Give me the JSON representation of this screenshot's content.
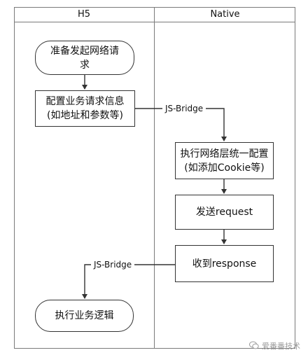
{
  "lanes": {
    "h5": {
      "title": "H5"
    },
    "native": {
      "title": "Native"
    }
  },
  "nodes": {
    "start": "准备发起网络请\n求",
    "config_request": "配置业务请求信息\n(如地址和参数等)",
    "network_config": "执行网络层统一配置\n(如添加Cookie等)",
    "send_request": "发送request",
    "receive_response": "收到response",
    "business_logic": "执行业务逻辑"
  },
  "edges": {
    "to_native": "JS-Bridge",
    "to_h5": "JS-Bridge"
  },
  "watermark": "爱番番技术",
  "colors": {
    "line": "#333333",
    "frame": "#7a7a7a",
    "watermark": "#9a9a9a"
  }
}
